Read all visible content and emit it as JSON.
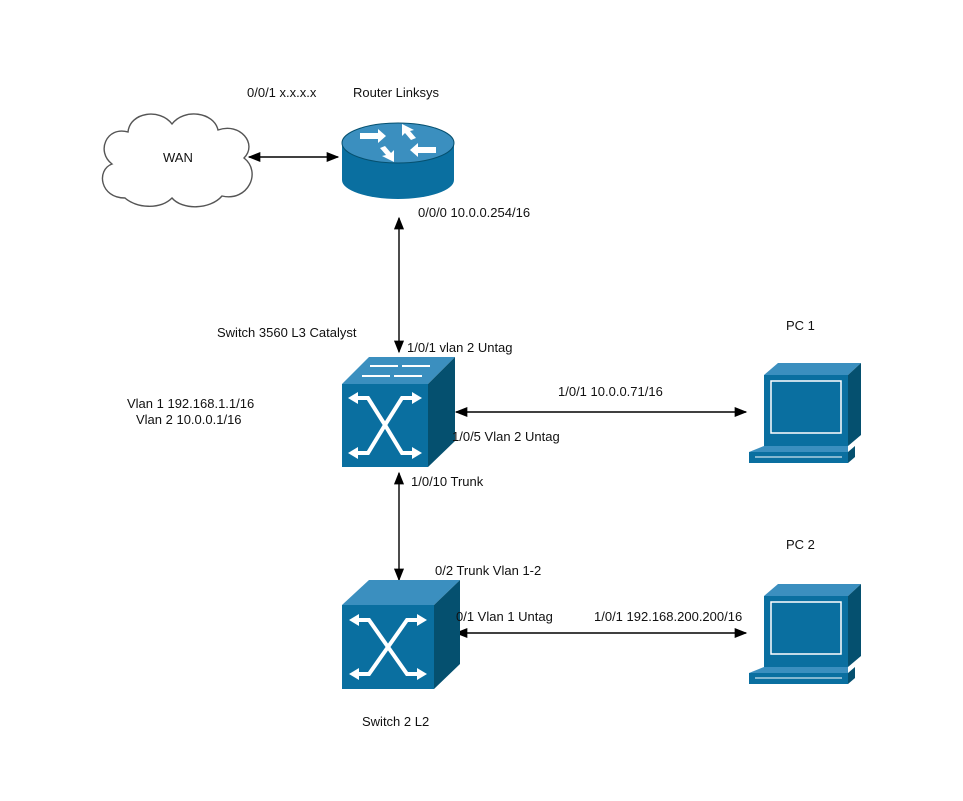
{
  "colors": {
    "device_front": "#0a6fa0",
    "device_top": "#3b8fbf",
    "device_side": "#05506f",
    "line": "#000000",
    "cloud_fill": "#ffffff",
    "cloud_stroke": "#555555"
  },
  "nodes": {
    "wan": {
      "label": "WAN",
      "icon": "cloud-icon"
    },
    "router": {
      "label": "Router Linksys",
      "icon": "router-icon"
    },
    "l3_switch": {
      "label": "Switch 3560 L3 Catalyst",
      "icon": "multilayer-switch-icon"
    },
    "l2_switch": {
      "label": "Switch 2 L2",
      "icon": "workgroup-switch-icon"
    },
    "pc1": {
      "label": "PC 1",
      "icon": "pc-icon"
    },
    "pc2": {
      "label": "PC 2",
      "icon": "pc-icon"
    }
  },
  "annotations": {
    "router_wan_port": "0/0/1 x.x.x.x",
    "router_lan_port": "0/0/0 10.0.0.254/16",
    "l3_uplink_port": "1/0/1 vlan 2 Untag",
    "l3_vlan1": "Vlan 1 192.168.1.1/16",
    "l3_vlan2": "Vlan 2 10.0.0.1/16",
    "l3_pc1_port": "1/0/5 Vlan 2 Untag",
    "pc1_port": "1/0/1 10.0.0.71/16",
    "l3_trunk_port": "1/0/10 Trunk",
    "l2_trunk_port": "0/2 Trunk Vlan 1-2",
    "l2_pc2_port": "0/1 Vlan 1 Untag",
    "pc2_port": "1/0/1 192.168.200.200/16"
  }
}
